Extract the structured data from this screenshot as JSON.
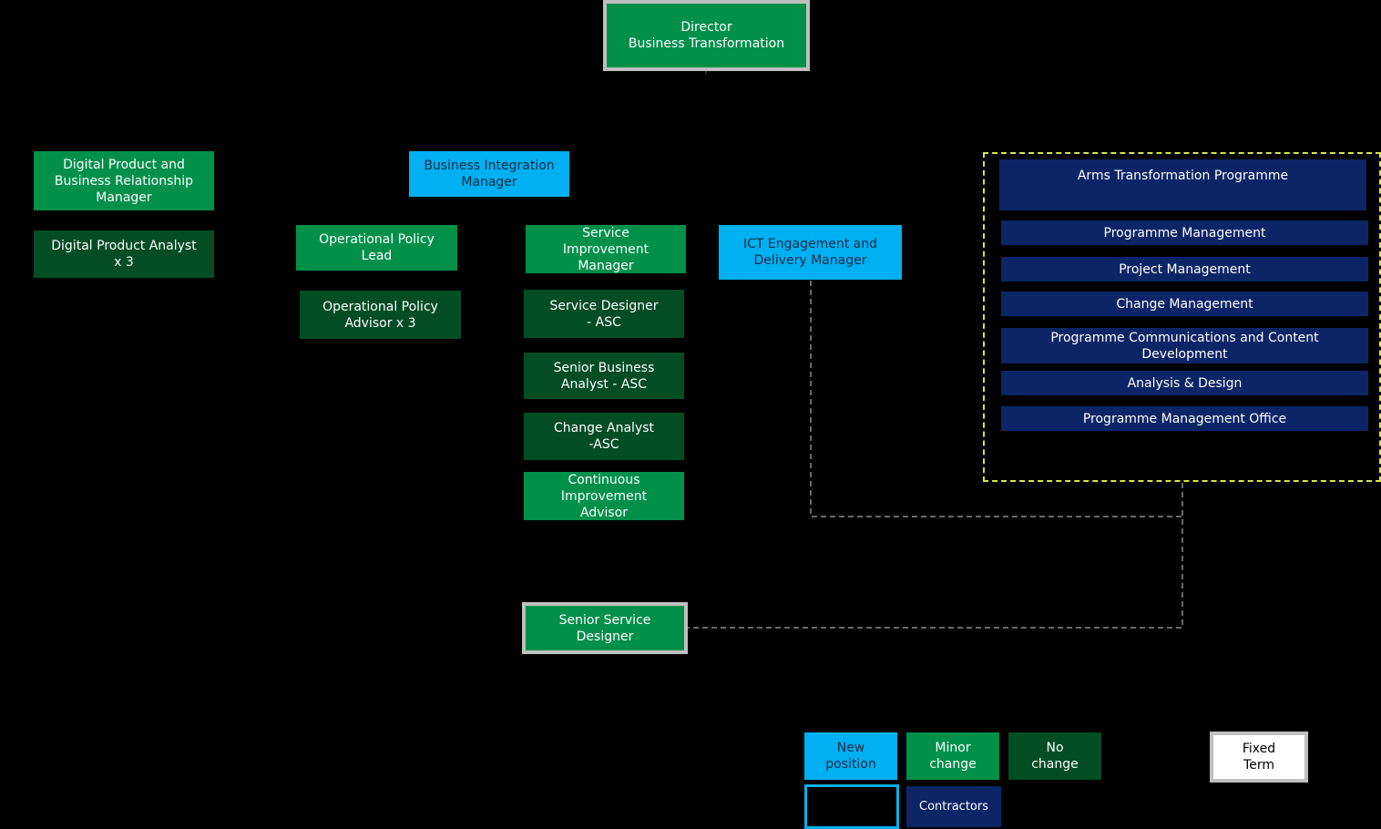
{
  "director": "Director\nBusiness Transformation",
  "digital": {
    "manager": "Digital Product and\nBusiness Relationship\nManager",
    "analyst": "Digital Product Analyst\nx 3"
  },
  "business_integration": "Business Integration\nManager",
  "policy": {
    "lead": "Operational Policy\nLead",
    "advisor": "Operational Policy\nAdvisor x 3"
  },
  "service": {
    "manager": "Service\nImprovement\nManager",
    "designer": "Service Designer\n- ASC",
    "senior_ba": "Senior Business\nAnalyst - ASC",
    "change_analyst": "Change Analyst\n-ASC",
    "ci_advisor": "Continuous\nImprovement\nAdvisor"
  },
  "ict": "ICT Engagement and\nDelivery Manager",
  "programme": {
    "title": "Arms Transformation Programme",
    "items": [
      "Programme Management",
      "Project Management",
      "Change Management",
      "Programme Communications and Content\nDevelopment",
      "Analysis & Design",
      "Programme Management Office"
    ]
  },
  "senior_service_designer": "Senior Service\nDesigner",
  "legend": {
    "new": "New\nposition",
    "minor": "Minor\nchange",
    "none": "No\nchange",
    "fixed": "Fixed\nTerm",
    "contractors": "Contractors"
  },
  "colors": {
    "green": "#00904a",
    "dark_green": "#034d24",
    "blue": "#00b0f0",
    "navy": "#0b2566",
    "dashed_frame": "#d8e34a"
  }
}
